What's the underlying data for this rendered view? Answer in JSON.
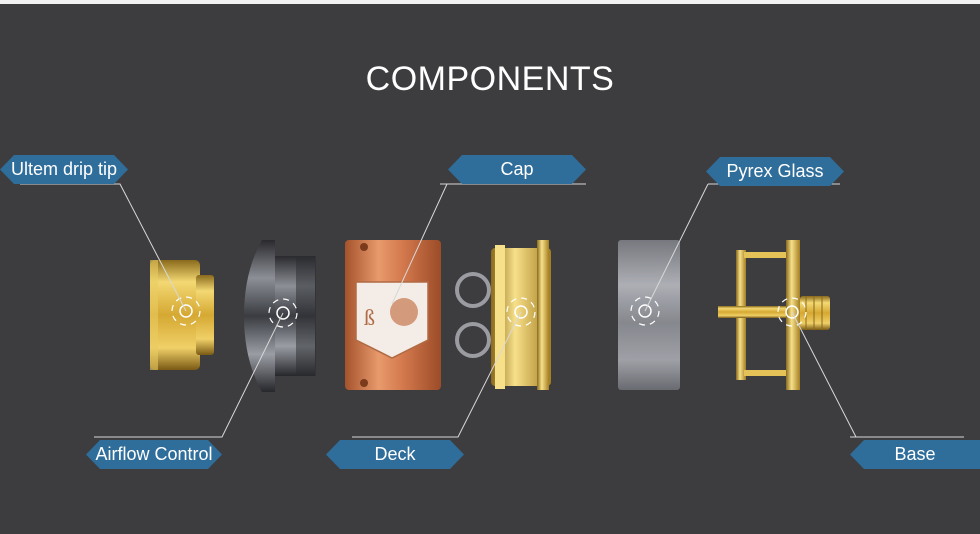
{
  "title": "COMPONENTS",
  "labels": {
    "drip_tip": "Ultem drip tip",
    "cap": "Cap",
    "pyrex": "Pyrex Glass",
    "airflow": "Airflow Control",
    "deck": "Deck",
    "base": "Base"
  },
  "colors": {
    "background": "#3d3d3f",
    "label_fill": "#2f6d9a",
    "line": "#d8d8d8",
    "gold": "#d9b24a",
    "copper": "#d2794d"
  }
}
